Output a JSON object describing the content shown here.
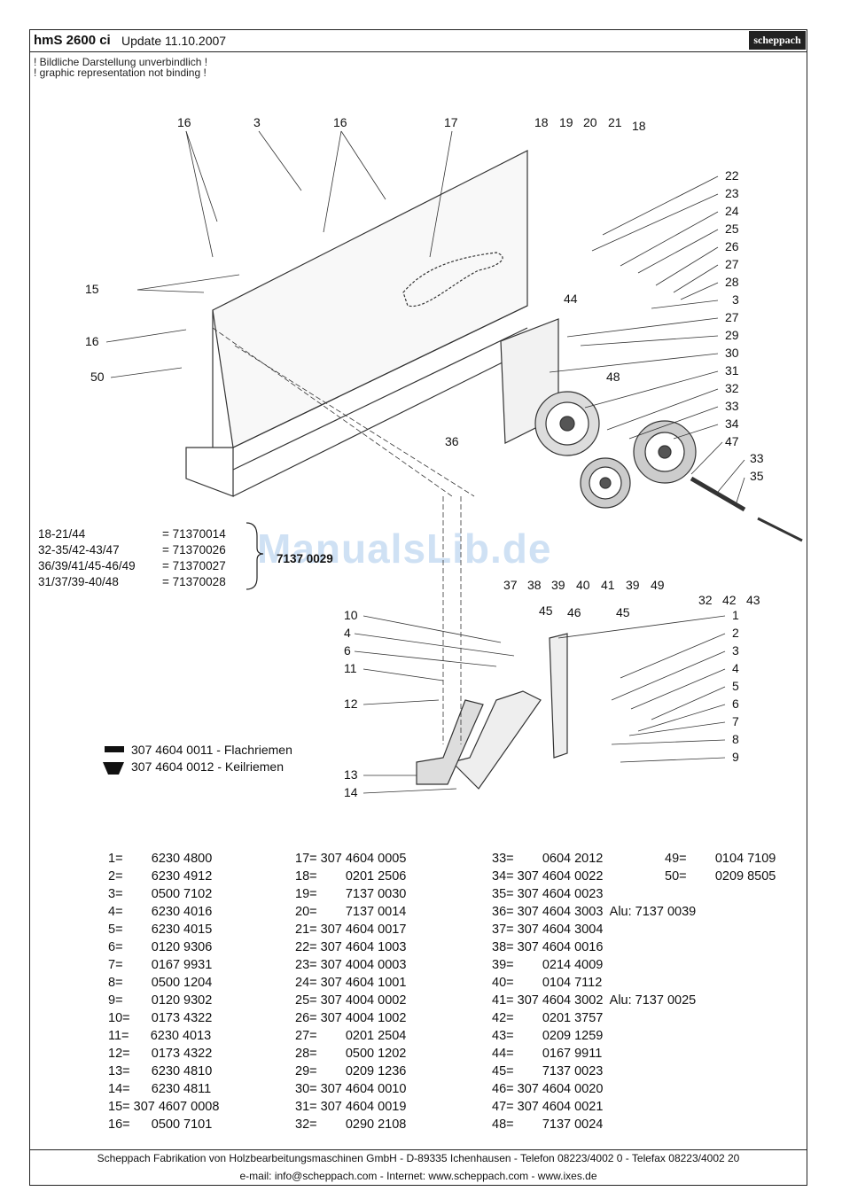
{
  "header": {
    "model": "hmS 2600 ci",
    "update": "Update  11.10.2007",
    "brand": "scheppach"
  },
  "notes": [
    "! Bildliche Darstellung unverbindlich !",
    "! graphic representation not binding !"
  ],
  "callouts_top": [
    "16",
    "3",
    "16",
    "17",
    "18",
    "19",
    "20",
    "21",
    "18"
  ],
  "callouts_right": [
    "22",
    "23",
    "24",
    "25",
    "26",
    "27",
    "28",
    "3",
    "27",
    "29",
    "30",
    "31",
    "32",
    "33",
    "34",
    "47",
    "33",
    "35"
  ],
  "callouts_left": [
    "15",
    "16",
    "50"
  ],
  "callouts_mid": [
    "44",
    "48",
    "36"
  ],
  "callouts_bottom": [
    "37",
    "38",
    "39",
    "40",
    "41",
    "39",
    "49",
    "32",
    "42",
    "43",
    "45",
    "46",
    "45"
  ],
  "callouts_lower_right": [
    "1",
    "2",
    "3",
    "4",
    "5",
    "6",
    "7",
    "8",
    "9"
  ],
  "callouts_lower_left": [
    "10",
    "4",
    "6",
    "11",
    "12",
    "13",
    "14"
  ],
  "kits": [
    {
      "range": "18-21/44",
      "code": "= 71370014"
    },
    {
      "range": "32-35/42-43/47",
      "code": "= 71370026"
    },
    {
      "range": "36/39/41/45-46/49",
      "code": "= 71370027"
    },
    {
      "range": "31/37/39-40/48",
      "code": "= 71370028"
    }
  ],
  "kit_overlay": "7137 0029",
  "watermark": "ManualsLib.de",
  "belts": [
    {
      "text": "307 4604 0011 - Flachriemen"
    },
    {
      "text": "307 4604 0012 - Keilriemen"
    }
  ],
  "parts_col1": [
    "1=        6230 4800",
    "2=        6230 4912",
    "3=        0500 7102",
    "4=        6230 4016",
    "5=        6230 4015",
    "6=        0120 9306",
    "7=        0167 9931",
    "8=        0500 1204",
    "9=        0120 9302",
    "10=      0173 4322",
    "11=      6230 4013",
    "12=      0173 4322",
    "13=      6230 4810",
    "14=      6230 4811",
    "15= 307 4607 0008",
    "16=      0500 7101"
  ],
  "parts_col2": [
    "17= 307 4604 0005",
    "18=        0201 2506",
    "19=        7137 0030",
    "20=        7137 0014",
    "21= 307 4604 0017",
    "22= 307 4604 1003",
    "23= 307 4004 0003",
    "24= 307 4604 1001",
    "25= 307 4004 0002",
    "26= 307 4004 1002",
    "27=        0201 2504",
    "28=        0500 1202",
    "29=        0209 1236",
    "30= 307 4604 0010",
    "31= 307 4604 0019",
    "32=        0290 2108"
  ],
  "parts_col3": [
    "33=        0604 2012",
    "34= 307 4604 0022",
    "35= 307 4604 0023",
    "36= 307 4604 3003  Alu: 7137 0039",
    "37= 307 4604 3004",
    "38= 307 4604 0016",
    "39=        0214 4009",
    "40=        0104 7112",
    "41= 307 4604 3002  Alu: 7137 0025",
    "42=        0201 3757",
    "43=        0209 1259",
    "44=        0167 9911",
    "45=        7137 0023",
    "46= 307 4604 0020",
    "47= 307 4604 0021",
    "48=        7137 0024"
  ],
  "parts_col4": [
    "49=        0104 7109",
    "50=        0209 8505"
  ],
  "footer": {
    "line1": "Scheppach Fabrikation von Holzbearbeitungsmaschinen GmbH - D-89335 Ichenhausen - Telefon 08223/4002 0 - Telefax 08223/4002 20",
    "line2": "e-mail: info@scheppach.com - Internet: www.scheppach.com - www.ixes.de"
  }
}
